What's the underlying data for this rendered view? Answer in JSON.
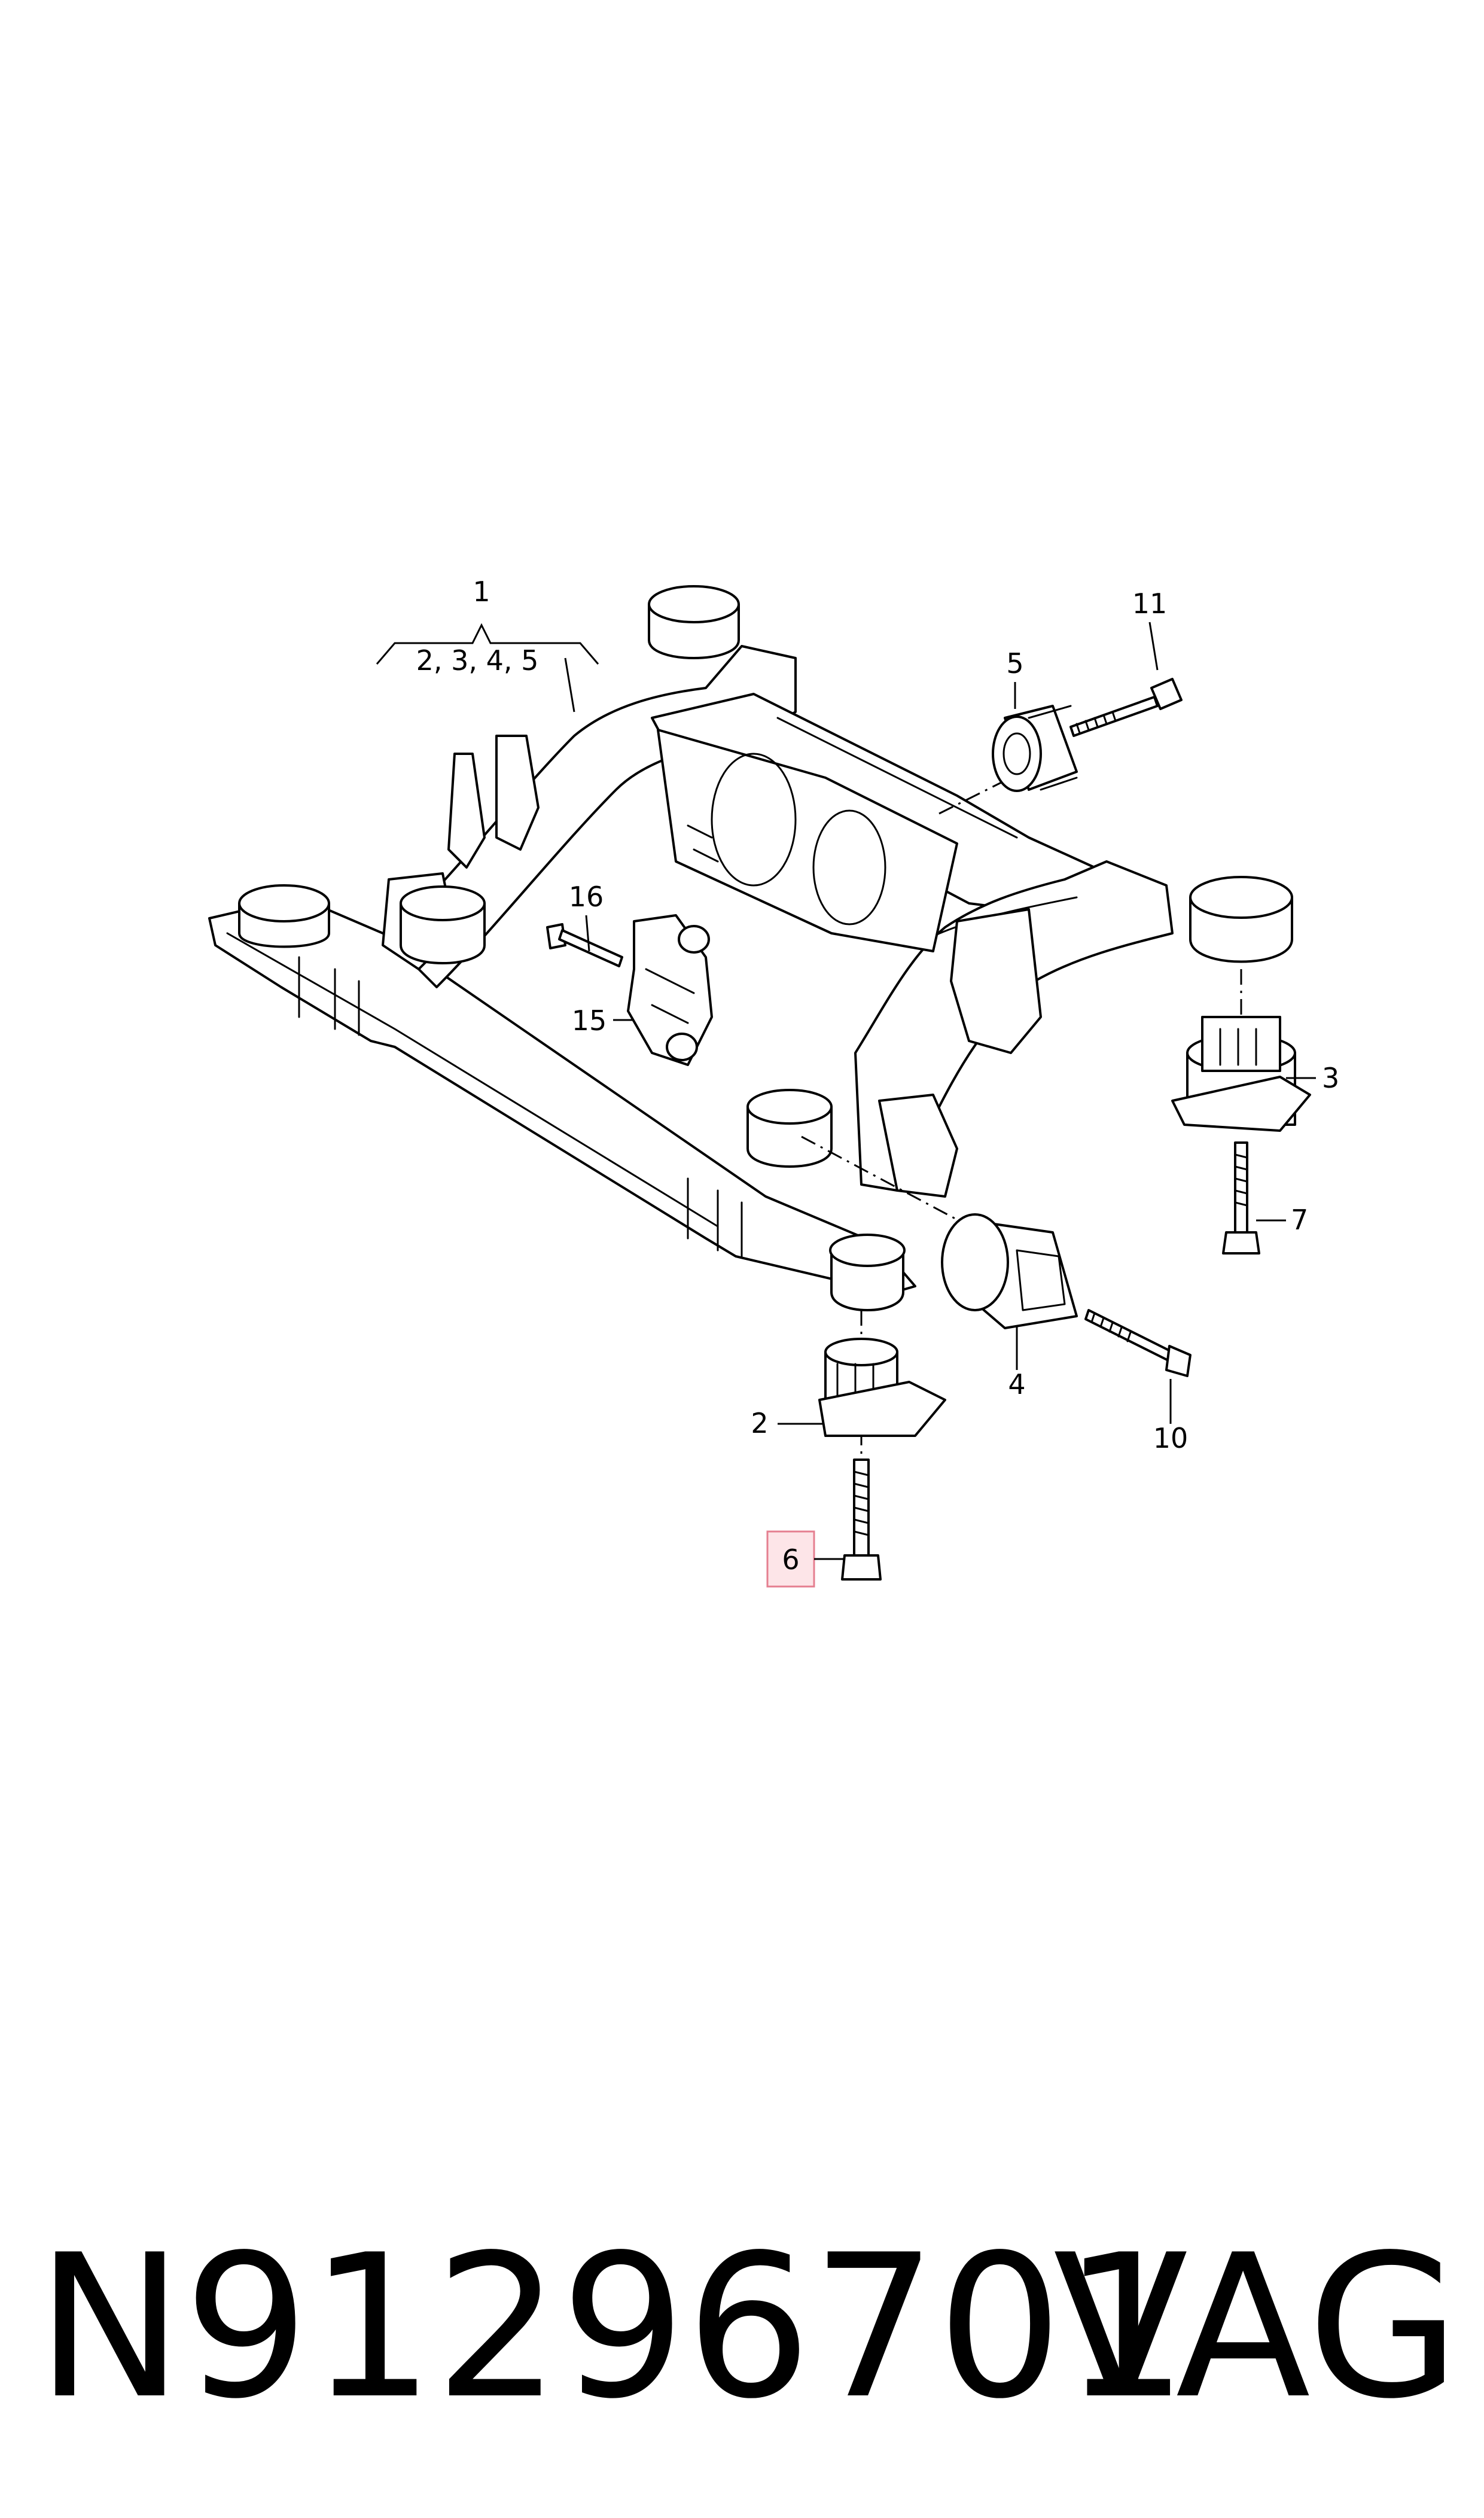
{
  "callouts": {
    "c1": "1",
    "c1_sub": "2, 3, 4, 5",
    "c2": "2",
    "c3": "3",
    "c4": "4",
    "c5": "5",
    "c6": "6",
    "c7": "7",
    "c10": "10",
    "c11": "11",
    "c15": "15",
    "c16": "16"
  },
  "highlight": {
    "callout": "6",
    "fill": "#fde5e8",
    "stroke": "#e57f90"
  },
  "footer": {
    "part_number": "N91296701",
    "brand": "VAG"
  }
}
